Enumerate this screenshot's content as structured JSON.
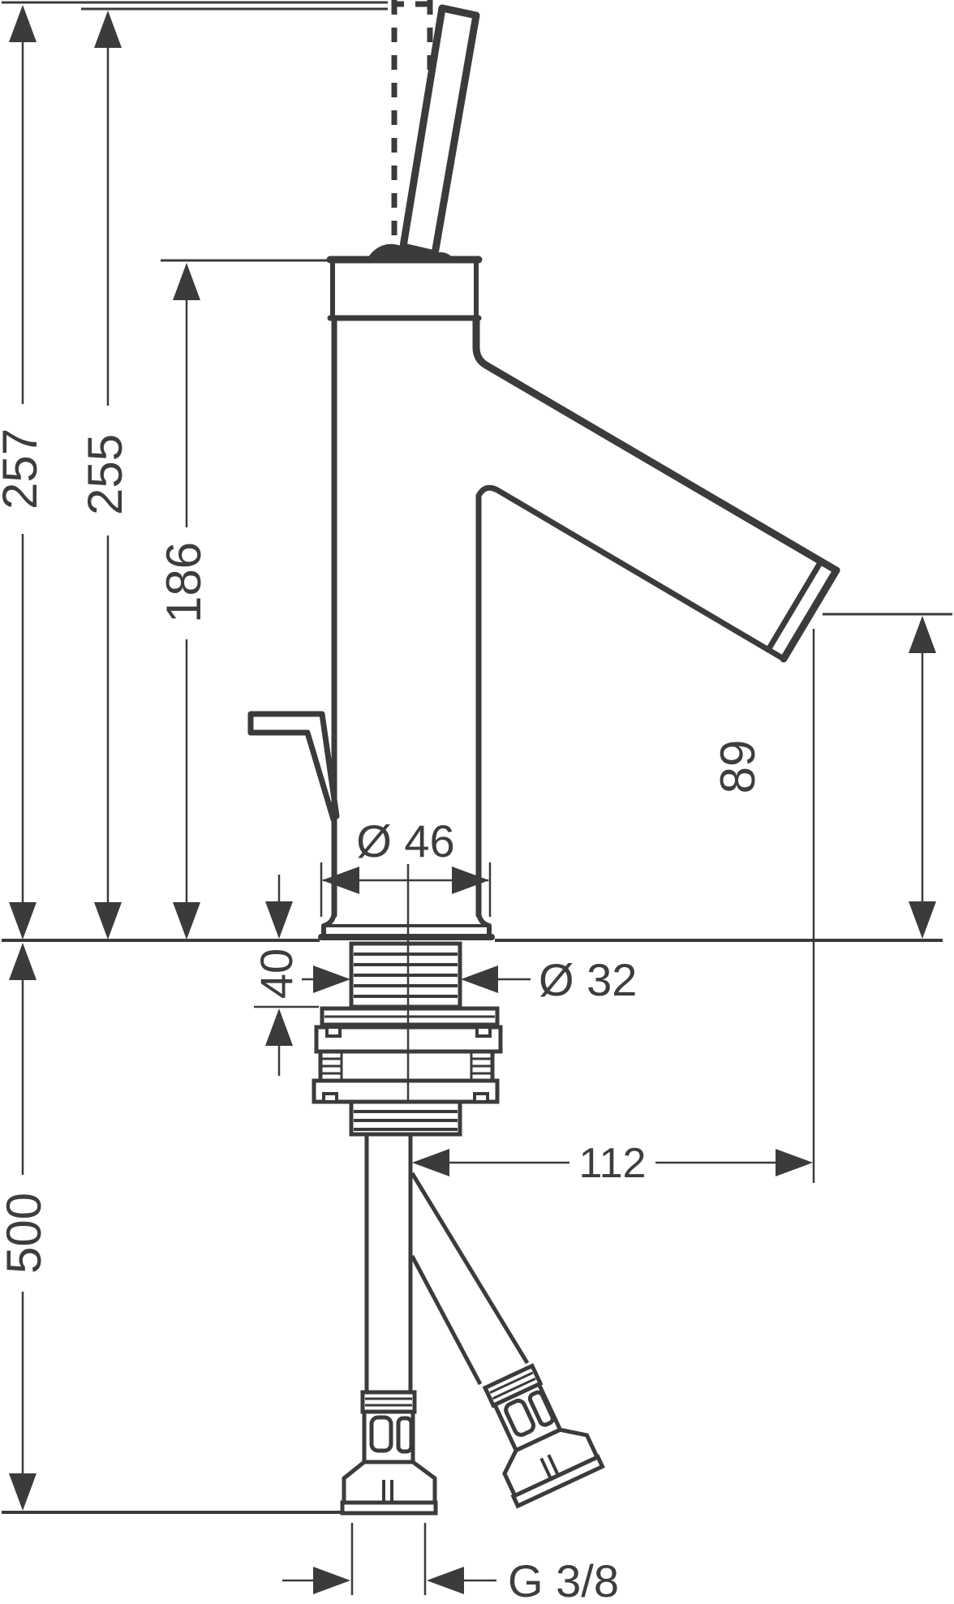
{
  "drawing": {
    "kind": "technical-dimension-drawing",
    "subject": "single-lever basin mixer, side elevation with mounting parts",
    "colors": {
      "line": "#3b3b3d",
      "background": "#ffffff"
    },
    "dimensions": {
      "overall_height": "257",
      "height_to_handle_top": "255",
      "body_top_height": "186",
      "spout_outlet_height": "89",
      "base_diameter": "Ø 46",
      "shank_diameter": "Ø 32",
      "max_counter_thickness": "40",
      "spout_reach": "112",
      "hose_length": "500",
      "connection_thread": "G 3/8"
    }
  }
}
